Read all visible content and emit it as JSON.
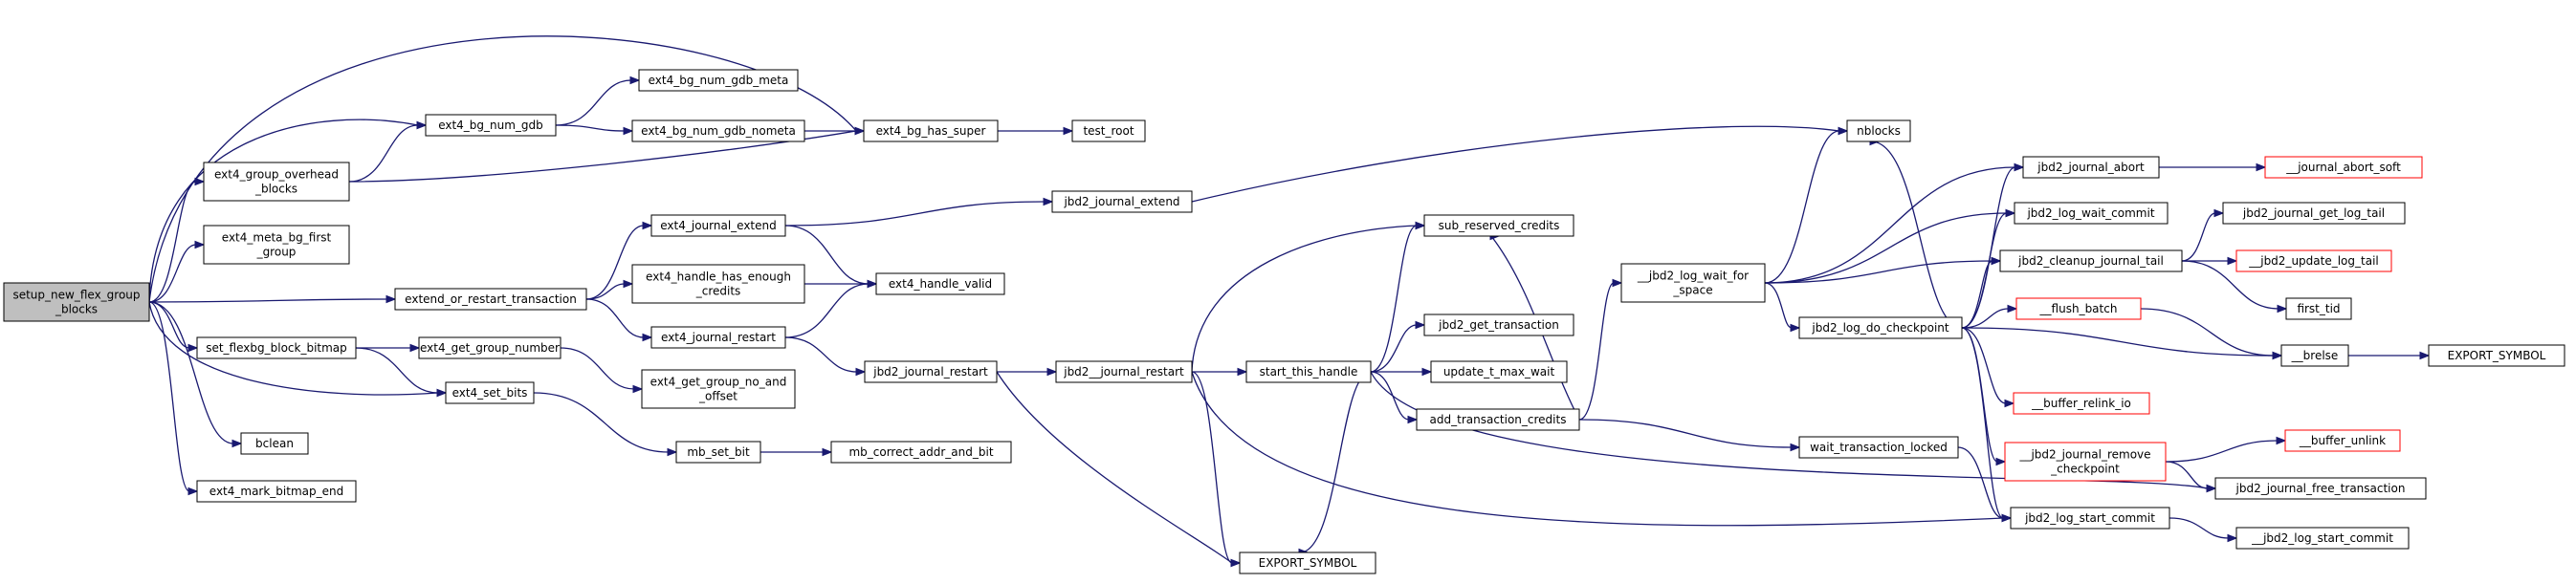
{
  "graph": {
    "edge_color": "#191970",
    "node_border_color": "#000000",
    "truncated_node_border_color": "#ff0000",
    "root_fill_color": "#bfbfbf",
    "nodes": {
      "setup_new_flex_group_blocks": [
        "setup_new_flex_group",
        "_blocks"
      ],
      "ext4_bg_num_gdb": [
        "ext4_bg_num_gdb"
      ],
      "ext4_group_overhead_blocks": [
        "ext4_group_overhead",
        "_blocks"
      ],
      "ext4_meta_bg_first_group": [
        "ext4_meta_bg_first",
        "_group"
      ],
      "extend_or_restart_transaction": [
        "extend_or_restart_transaction"
      ],
      "set_flexbg_block_bitmap": [
        "set_flexbg_block_bitmap"
      ],
      "ext4_set_bits": [
        "ext4_set_bits"
      ],
      "bclean": [
        "bclean"
      ],
      "ext4_mark_bitmap_end": [
        "ext4_mark_bitmap_end"
      ],
      "ext4_bg_num_gdb_meta": [
        "ext4_bg_num_gdb_meta"
      ],
      "ext4_bg_num_gdb_nometa": [
        "ext4_bg_num_gdb_nometa"
      ],
      "ext4_bg_has_super": [
        "ext4_bg_has_super"
      ],
      "test_root": [
        "test_root"
      ],
      "ext4_journal_extend": [
        "ext4_journal_extend"
      ],
      "ext4_handle_has_enough_credits": [
        "ext4_handle_has_enough",
        "_credits"
      ],
      "ext4_handle_valid": [
        "ext4_handle_valid"
      ],
      "ext4_journal_restart": [
        "ext4_journal_restart"
      ],
      "ext4_get_group_number": [
        "ext4_get_group_number"
      ],
      "ext4_get_group_no_and_offset": [
        "ext4_get_group_no_and",
        "_offset"
      ],
      "mb_set_bit": [
        "mb_set_bit"
      ],
      "mb_correct_addr_and_bit": [
        "mb_correct_addr_and_bit"
      ],
      "jbd2_journal_extend": [
        "jbd2_journal_extend"
      ],
      "jbd2_journal_restart": [
        "jbd2_journal_restart"
      ],
      "jbd2__journal_restart": [
        "jbd2__journal_restart"
      ],
      "start_this_handle": [
        "start_this_handle"
      ],
      "EXPORT_SYMBOL_a": [
        "EXPORT_SYMBOL"
      ],
      "sub_reserved_credits": [
        "sub_reserved_credits"
      ],
      "jbd2_get_transaction": [
        "jbd2_get_transaction"
      ],
      "update_t_max_wait": [
        "update_t_max_wait"
      ],
      "add_transaction_credits": [
        "add_transaction_credits"
      ],
      "nblocks": [
        "nblocks"
      ],
      "jbd2_log_wait_for_space": [
        "__jbd2_log_wait_for",
        "_space"
      ],
      "wait_transaction_locked": [
        "wait_transaction_locked"
      ],
      "jbd2_journal_abort": [
        "jbd2_journal_abort"
      ],
      "jbd2_log_wait_commit": [
        "jbd2_log_wait_commit"
      ],
      "jbd2_cleanup_journal_tail": [
        "jbd2_cleanup_journal_tail"
      ],
      "jbd2_log_do_checkpoint": [
        "jbd2_log_do_checkpoint"
      ],
      "jbd2_log_start_commit": [
        "jbd2_log_start_commit"
      ],
      "journal_abort_soft": [
        "__journal_abort_soft"
      ],
      "jbd2_journal_get_log_tail": [
        "jbd2_journal_get_log_tail"
      ],
      "jbd2_update_log_tail": [
        "__jbd2_update_log_tail"
      ],
      "first_tid": [
        "first_tid"
      ],
      "flush_batch": [
        "__flush_batch"
      ],
      "brelse": [
        "__brelse"
      ],
      "EXPORT_SYMBOL_b": [
        "EXPORT_SYMBOL"
      ],
      "buffer_relink_io": [
        "__buffer_relink_io"
      ],
      "jbd2_journal_remove_checkpoint": [
        "__jbd2_journal_remove",
        "_checkpoint"
      ],
      "buffer_unlink": [
        "__buffer_unlink"
      ],
      "jbd2_journal_free_transaction": [
        "jbd2_journal_free_transaction"
      ],
      "jbd2_log_start_commit_2": [
        "__jbd2_log_start_commit"
      ]
    }
  }
}
